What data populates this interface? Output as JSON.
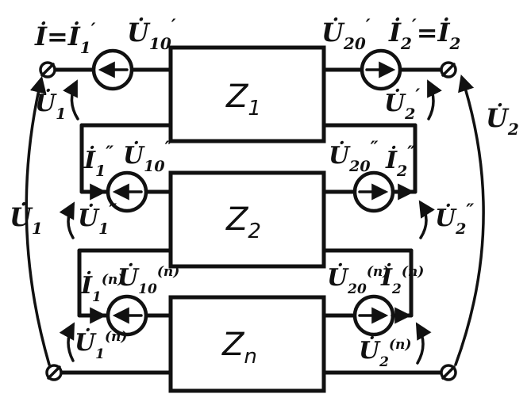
{
  "blocks": [
    {
      "label": "Z",
      "sub": "1"
    },
    {
      "label": "Z",
      "sub": "2"
    },
    {
      "label": "Z",
      "sub": "n"
    }
  ],
  "labels": {
    "i_top_left": "İ=İ",
    "i_top_left_sub": "1",
    "i_top_left_sup": "′",
    "u10_1": "U̇",
    "u10_1_sub": "10",
    "u10_1_sup": "′",
    "u20_1": "U̇",
    "u20_1_sub": "20",
    "u20_1_sup": "′",
    "i_top_right": "İ",
    "i_top_right_sub": "2",
    "i_top_right_sup": "′",
    "i_top_right_eq": "=İ",
    "i_top_right_eq_sub": "2",
    "u1_1": "U̇",
    "u1_1_sub": "1",
    "u1_1_sup": "′",
    "u2_1": "U̇",
    "u2_1_sub": "2",
    "u2_1_sup": "′",
    "u2_total": "U̇",
    "u2_total_sub": "2",
    "i1_2": "İ",
    "i1_2_sub": "1",
    "i1_2_sup": "″",
    "u10_2": "U̇",
    "u10_2_sub": "10",
    "u10_2_sup": "″",
    "u20_2": "U̇",
    "u20_2_sub": "20",
    "u20_2_sup": "″",
    "i2_2": "İ",
    "i2_2_sub": "2",
    "i2_2_sup": "″",
    "u1_total": "U̇",
    "u1_total_sub": "1",
    "u1_2": "U̇",
    "u1_2_sub": "1",
    "u1_2_sup": "″",
    "u2_2": "U̇",
    "u2_2_sub": "2",
    "u2_2_sup": "″",
    "i1_n": "İ",
    "i1_n_sub": "1",
    "i1_n_sup": "(n)",
    "u10_n": "U̇",
    "u10_n_sub": "10",
    "u10_n_sup": "(n)",
    "u20_n": "U̇",
    "u20_n_sub": "20",
    "u20_n_sup": "(n)",
    "i2_n": "İ",
    "i2_n_sub": "2",
    "i2_n_sup": "(n)",
    "u1_n": "U̇",
    "u1_n_sub": "1",
    "u1_n_sup": "(n)",
    "u2_n": "U̇",
    "u2_n_sub": "2",
    "u2_n_sup": "(n)"
  }
}
